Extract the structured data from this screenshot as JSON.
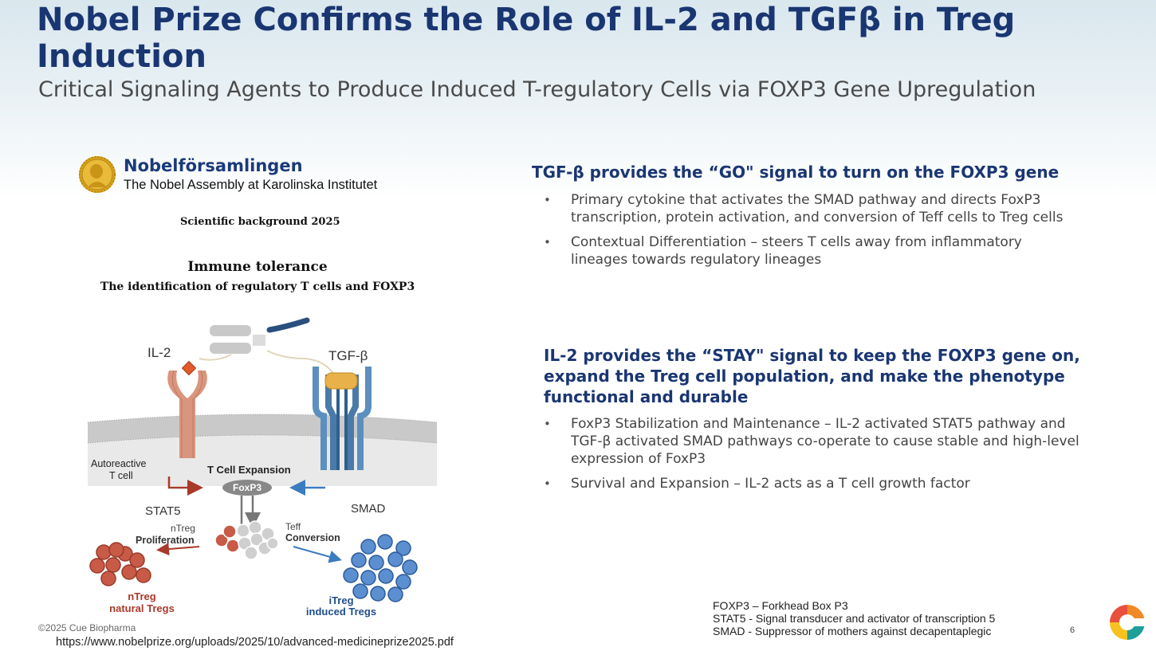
{
  "header": {
    "title": "Nobel Prize Confirms the Role of IL-2 and TGFβ in Treg Induction",
    "subtitle": "Critical Signaling Agents to Produce Induced T-regulatory Cells via FOXP3 Gene Upregulation"
  },
  "figure": {
    "org_name": "Nobelförsamlingen",
    "org_sub": "The Nobel Assembly at Karolinska Institutet",
    "sci_background": "Scientific background 2025",
    "heading": "Immune tolerance",
    "subheading": "The identification of regulatory T cells and FOXP3",
    "labels": {
      "il2": "IL-2",
      "tgfb": "TGF-β",
      "autoreactive_1": "Autoreactive",
      "autoreactive_2": "T cell",
      "expansion": "T Cell Expansion",
      "foxp3": "FoxP3",
      "stat5": "STAT5",
      "smad": "SMAD",
      "ntreg_small": "nTreg",
      "proliferation": "Proliferation",
      "teff": "Teff",
      "conversion": "Conversion",
      "ntreg_1": "nTreg",
      "ntreg_2": "natural Tregs",
      "itreg_1": "iTreg",
      "itreg_2": "induced Tregs"
    },
    "colors": {
      "red": "#a83a2a",
      "blue": "#1f4d8a",
      "receptor_red": "#d9957e",
      "receptor_blue": "#5b8fbf"
    }
  },
  "tgf_section": {
    "title": "TGF-β provides the “GO\" signal to turn on the FOXP3 gene",
    "bullets": [
      "Primary cytokine that activates the SMAD pathway and directs FoxP3 transcription, protein activation, and  conversion of  Teff cells to Treg cells",
      "Contextual Differentiation – steers T cells away from inflammatory lineages towards regulatory lineages"
    ]
  },
  "il2_section": {
    "title": "IL-2 provides the “STAY\" signal to keep the FOXP3 gene on, expand the Treg cell population, and make the phenotype functional and durable",
    "bullets": [
      "FoxP3 Stabilization and Maintenance – IL-2 activated STAT5 pathway and TGF-β activated SMAD pathways co-operate to cause stable and high-level expression of FoxP3",
      "Survival and Expansion – IL-2 acts as a T cell growth factor"
    ]
  },
  "abbreviations": [
    "FOXP3 – Forkhead Box P3",
    "STAT5 - Signal transducer and activator of transcription 5",
    "SMAD - Suppressor of mothers against decapentaplegic"
  ],
  "footer": {
    "copyright": "©2025 Cue Biopharma",
    "source": "https://www.nobelprize.org/uploads/2025/10/advanced-medicineprize2025.pdf",
    "page": "6"
  },
  "icons": {
    "nobel_medal": "nobel-medal-icon",
    "company_logo": "cue-logo-icon"
  }
}
